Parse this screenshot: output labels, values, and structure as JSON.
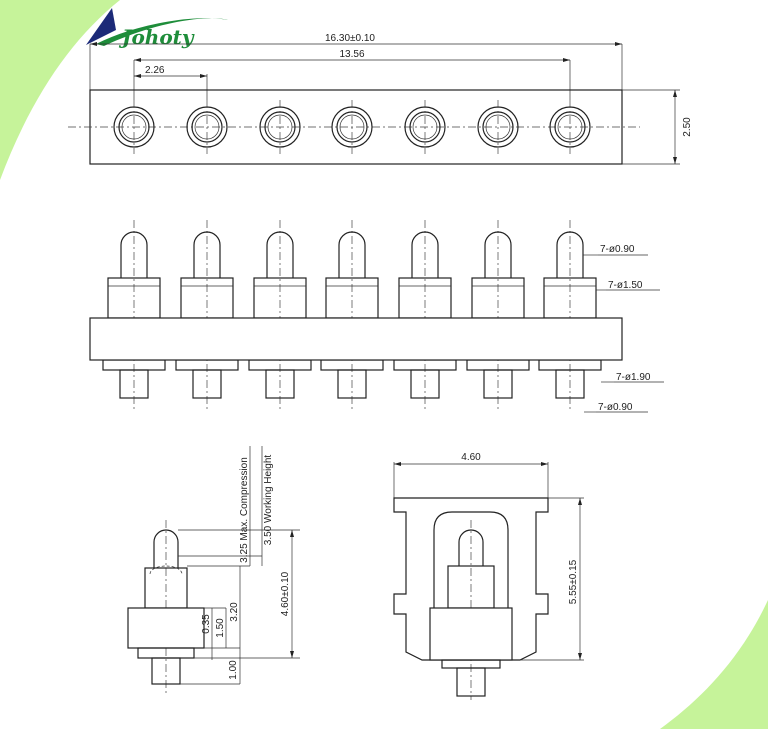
{
  "brand": {
    "name": "Johoty",
    "color_green": "#1e8d3a",
    "color_navy": "#1c2a78",
    "accent_green": "#b9ef8a"
  },
  "dimensions": {
    "overall_length": "16.30±0.10",
    "outer_pitch": "13.56",
    "pitch": "2.26",
    "body_height": "2.50",
    "tip_dia": "7-ø0.90",
    "barrel_dia": "7-ø1.50",
    "tail_flange_dia": "7-ø1.90",
    "tail_dia": "7-ø0.90",
    "max_compression": "3.25 Max. Compression",
    "working_height": "3.50 Working Height",
    "total_height": "4.60±0.10",
    "barrel_height": "3.20",
    "body_thickness": "1.50",
    "gap": "0.35",
    "tail_length": "1.00",
    "side_width": "4.60",
    "side_height": "5.55±0.15"
  },
  "pin_count": 7
}
